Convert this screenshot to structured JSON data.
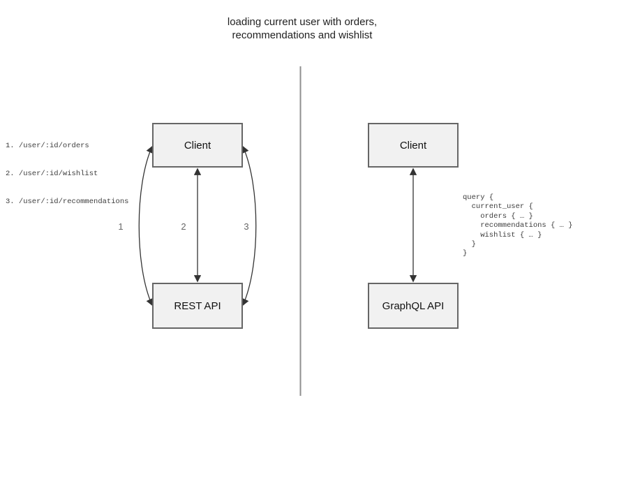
{
  "title": "loading current user with orders,\nrecommendations and wishlist",
  "left_panel": {
    "endpoints": [
      "1. /user/:id/orders",
      "2. /user/:id/wishlist",
      "3. /user/:id/recommendations"
    ],
    "client_box_label": "Client",
    "api_box_label": "REST API",
    "arrow_labels": [
      "1",
      "2",
      "3"
    ]
  },
  "right_panel": {
    "client_box_label": "Client",
    "api_box_label": "GraphQL API",
    "query": "query {\n  current_user {\n    orders { … }\n    recommendations { … }\n    wishlist { … }\n  }\n}"
  },
  "colors": {
    "box_fill": "#f1f1f1",
    "box_border": "#666666",
    "arrow": "#333333",
    "arrow_label_gray": "#666666",
    "code_text": "#3d3d3d",
    "divider_gray": "#8f8f8f"
  }
}
